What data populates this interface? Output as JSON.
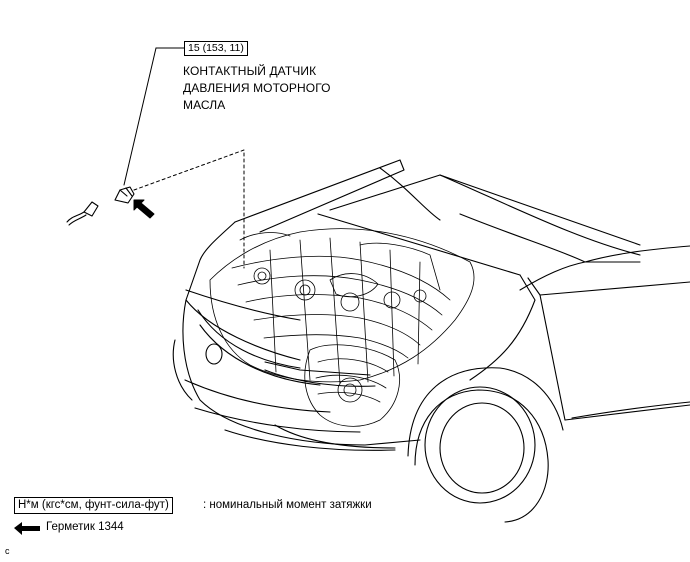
{
  "callout": {
    "torque_spec": "15 (153, 11)",
    "part_name_lines": [
      "КОНТАКТНЫЙ ДАТЧИК",
      "ДАВЛЕНИЯ МОТОРНОГО",
      "МАСЛА"
    ]
  },
  "legend": {
    "torque_units_box": "Н*м (кгс*см, фунт-сила-фут)",
    "torque_desc": ": номинальный момент затяжки",
    "sealant_text": "Герметик 1344"
  },
  "corner_mark": "c"
}
